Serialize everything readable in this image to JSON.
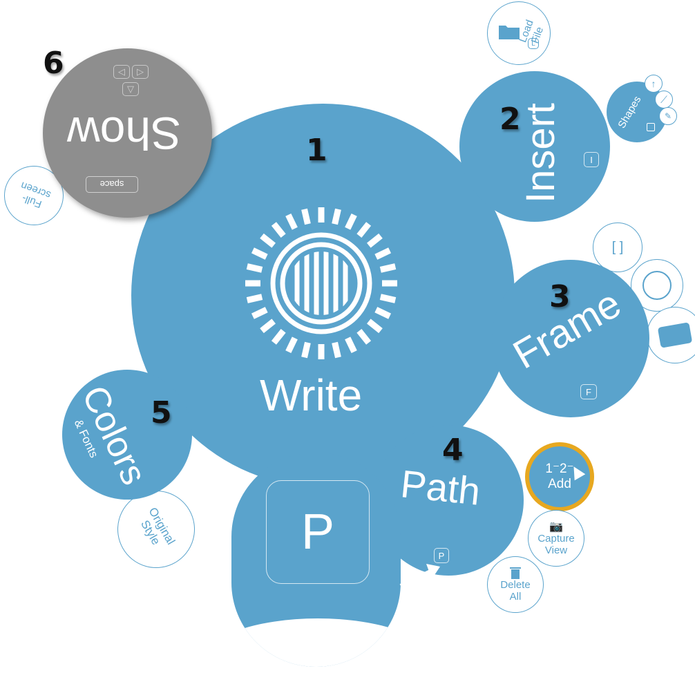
{
  "colors": {
    "primary": "#5aa3cc",
    "show": "#8e8e8e",
    "highlight": "#e7a820"
  },
  "write": {
    "number": "1",
    "label": "Write",
    "logo_icon": "prezi-logo-icon"
  },
  "insert": {
    "number": "2",
    "label": "Insert",
    "key": "I",
    "load_file": {
      "label": "Load File",
      "key": "L",
      "icon": "folder-icon"
    },
    "shapes": {
      "label": "Shapes",
      "icon": "arrow-line-pen-icons"
    }
  },
  "frame": {
    "number": "3",
    "label": "Frame",
    "key": "F",
    "options": [
      "[ ]",
      "circle-frame-icon",
      "rectangle-frame-icon"
    ]
  },
  "path": {
    "number": "4",
    "label": "Path",
    "key": "P",
    "zoom_key": "P",
    "add": {
      "label": "Add",
      "glyph": "1⁻2⁻"
    },
    "capture": {
      "label_line1": "Capture",
      "label_line2": "View",
      "icon": "camera-icon"
    },
    "delete": {
      "label_line1": "Delete",
      "label_line2": "All",
      "icon": "trash-icon"
    }
  },
  "colors_fonts": {
    "number": "5",
    "label": "Colors",
    "sub_label": "& Fonts",
    "original": {
      "line1": "Original",
      "line2": "Style"
    }
  },
  "show": {
    "number": "6",
    "label": "Show",
    "key": "space",
    "fullscreen": {
      "line1": "Full-",
      "line2": "screen"
    }
  }
}
